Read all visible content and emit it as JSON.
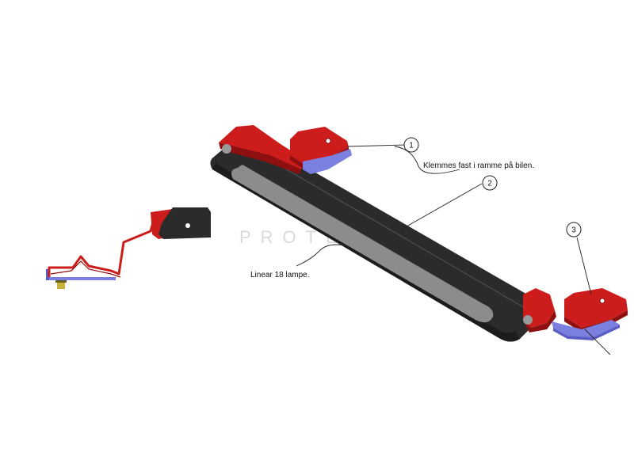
{
  "watermark": "PROTEC",
  "callouts": [
    {
      "number": "1",
      "text": "Klemmes fast i ramme på bilen."
    },
    {
      "number": "2",
      "text": "Linear 18 lampe."
    },
    {
      "number": "3",
      "text": ""
    }
  ],
  "colors": {
    "bracket_red": "#cc1c1c",
    "bracket_red_dark": "#8e0f0f",
    "clamp_blue": "#7b7fe0",
    "clamp_blue_dark": "#5a5ec4",
    "lamp_body": "#2b2b2b",
    "lamp_lens": "#8c8c8c",
    "bolt_yellow": "#c9b23a",
    "line": "#222222",
    "watermark": "#d9d9d9"
  }
}
